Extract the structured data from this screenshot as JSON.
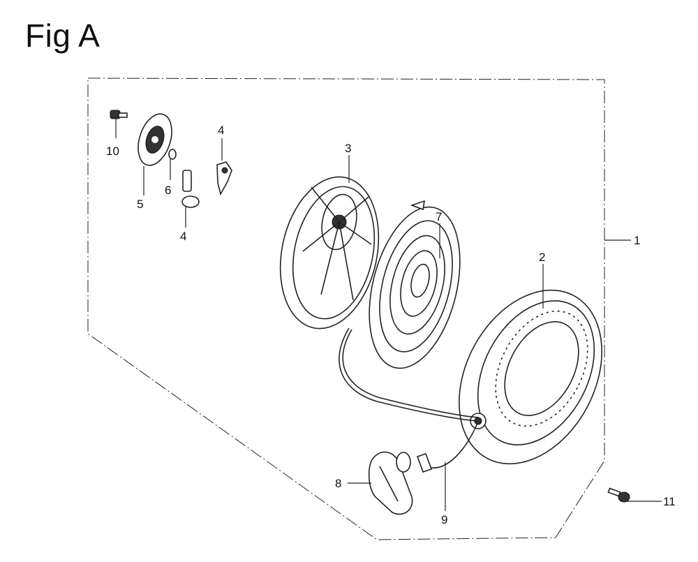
{
  "figure": {
    "title": "Fig A"
  },
  "callouts": {
    "c1": "1",
    "c2": "2",
    "c3": "3",
    "c4a": "4",
    "c4b": "4",
    "c5": "5",
    "c6": "6",
    "c7": "7",
    "c8": "8",
    "c9": "9",
    "c10": "10",
    "c11": "11"
  }
}
